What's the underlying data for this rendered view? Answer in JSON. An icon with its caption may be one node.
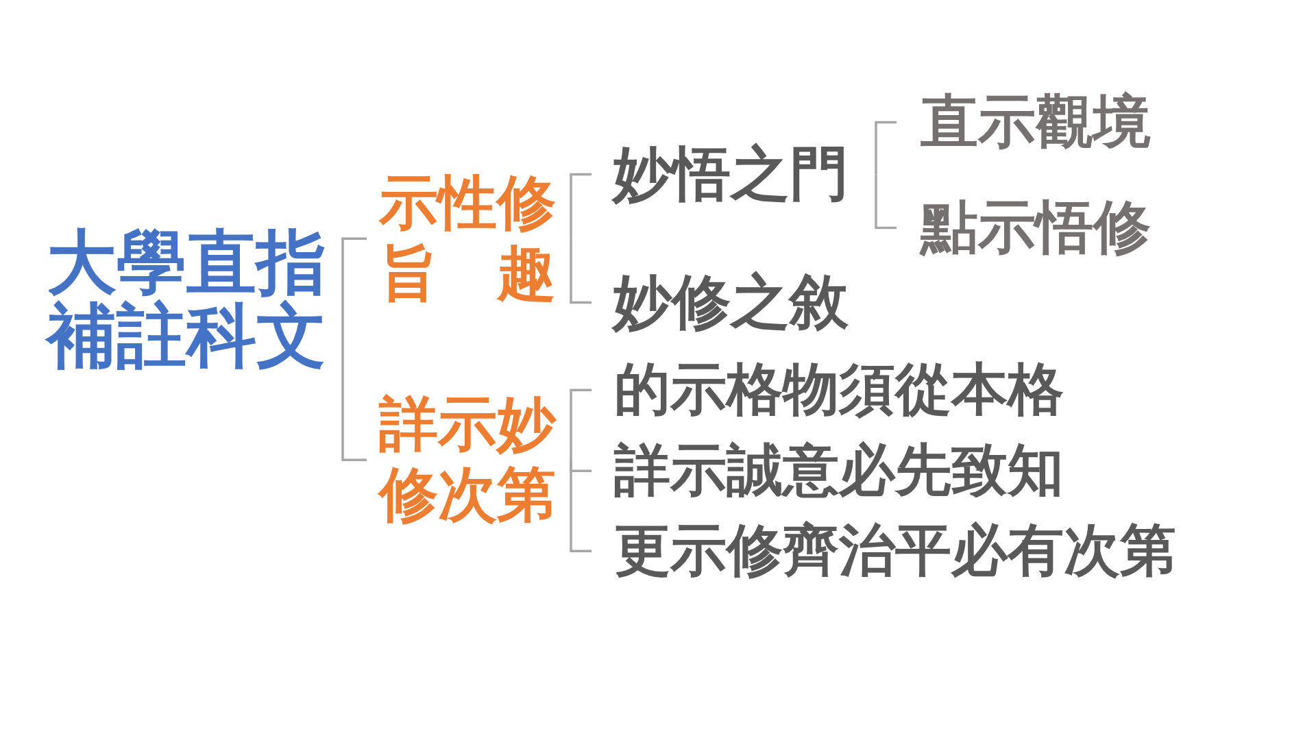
{
  "diagram": {
    "nodes": [
      {
        "text": [
          "大學直指補註科文"
        ]
      },
      {
        "text": [
          "示性修旨　趣"
        ]
      },
      {
        "text": [
          "詳示妙修次第"
        ]
      },
      {
        "text": [
          "妙悟之門"
        ]
      },
      {
        "text": [
          "妙修之敘"
        ]
      },
      {
        "text": [
          "直示觀境"
        ]
      },
      {
        "text": [
          "點示悟修"
        ]
      },
      {
        "text": [
          "的示格物須從本格"
        ]
      },
      {
        "text": [
          "詳示誠意必先致知"
        ]
      },
      {
        "text": [
          "更示修齊治平必有次第"
        ]
      }
    ],
    "edges": [
      {
        "from": 0,
        "to": 1,
        "arrow": "none"
      },
      {
        "from": 0,
        "to": 2,
        "arrow": "none"
      },
      {
        "from": 1,
        "to": 3,
        "arrow": "none"
      },
      {
        "from": 1,
        "to": 4,
        "arrow": "none"
      },
      {
        "from": 3,
        "to": 5,
        "arrow": "none"
      },
      {
        "from": 3,
        "to": 6,
        "arrow": "none"
      },
      {
        "from": 2,
        "to": 7,
        "arrow": "none"
      },
      {
        "from": 2,
        "to": 8,
        "arrow": "none"
      },
      {
        "from": 2,
        "to": 9,
        "arrow": "none"
      }
    ]
  }
}
